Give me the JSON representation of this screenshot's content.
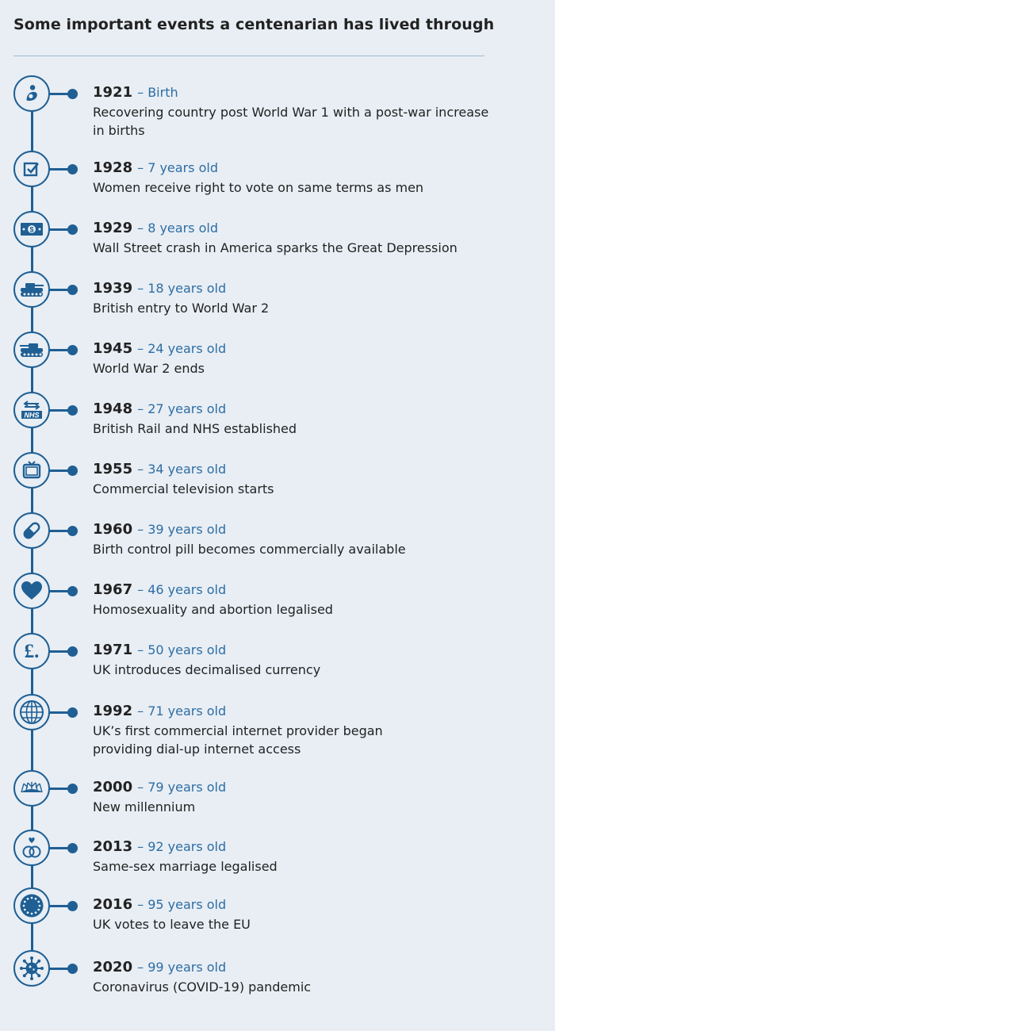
{
  "title": "Some important events a centenarian has lived through",
  "colors": {
    "accent": "#1f5f94",
    "age_text": "#2e6da4",
    "panel_bg": "#e8eef4"
  },
  "events": [
    {
      "year": "1921",
      "age": "– Birth",
      "description": "Recovering country post World War 1 with a post-war increase in births",
      "icon": "mother-baby-icon"
    },
    {
      "year": "1928",
      "age": "– 7 years old",
      "description": "Women receive right to vote on same terms as men",
      "icon": "ballot-checkbox-icon"
    },
    {
      "year": "1929",
      "age": "– 8 years old",
      "description": "Wall Street crash in America sparks the Great Depression",
      "icon": "dollar-banknote-icon"
    },
    {
      "year": "1939",
      "age": "– 18 years old",
      "description": "British entry to World War 2",
      "icon": "tank-icon"
    },
    {
      "year": "1945",
      "age": "– 24 years old",
      "description": "World War 2 ends",
      "icon": "tank-icon"
    },
    {
      "year": "1948",
      "age": "– 27 years old",
      "description": "British Rail and NHS established",
      "icon": "rail-nhs-icon"
    },
    {
      "year": "1955",
      "age": "– 34 years old",
      "description": "Commercial television starts",
      "icon": "television-icon"
    },
    {
      "year": "1960",
      "age": "– 39 years old",
      "description": "Birth control pill becomes commercially available",
      "icon": "pill-icon"
    },
    {
      "year": "1967",
      "age": "– 46 years old",
      "description": "Homosexuality and abortion legalised",
      "icon": "heart-icon"
    },
    {
      "year": "1971",
      "age": "– 50 years old",
      "description": "UK introduces decimalised currency",
      "icon": "pound-sign-icon"
    },
    {
      "year": "1992",
      "age": "– 71 years old",
      "description": "UK’s first commercial internet provider began providing dial-up internet access",
      "icon": "globe-icon"
    },
    {
      "year": "2000",
      "age": "– 79 years old",
      "description": "New millennium",
      "icon": "millennium-dome-icon"
    },
    {
      "year": "2013",
      "age": "– 92 years old",
      "description": "Same-sex marriage legalised",
      "icon": "wedding-rings-icon"
    },
    {
      "year": "2016",
      "age": "– 95 years old",
      "description": "UK votes to leave the EU",
      "icon": "eu-stars-icon"
    },
    {
      "year": "2020",
      "age": "– 99 years old",
      "description": "Coronavirus (COVID-19) pandemic",
      "icon": "virus-icon"
    }
  ],
  "icon_glyphs": {
    "pound-sign-icon": "£."
  }
}
